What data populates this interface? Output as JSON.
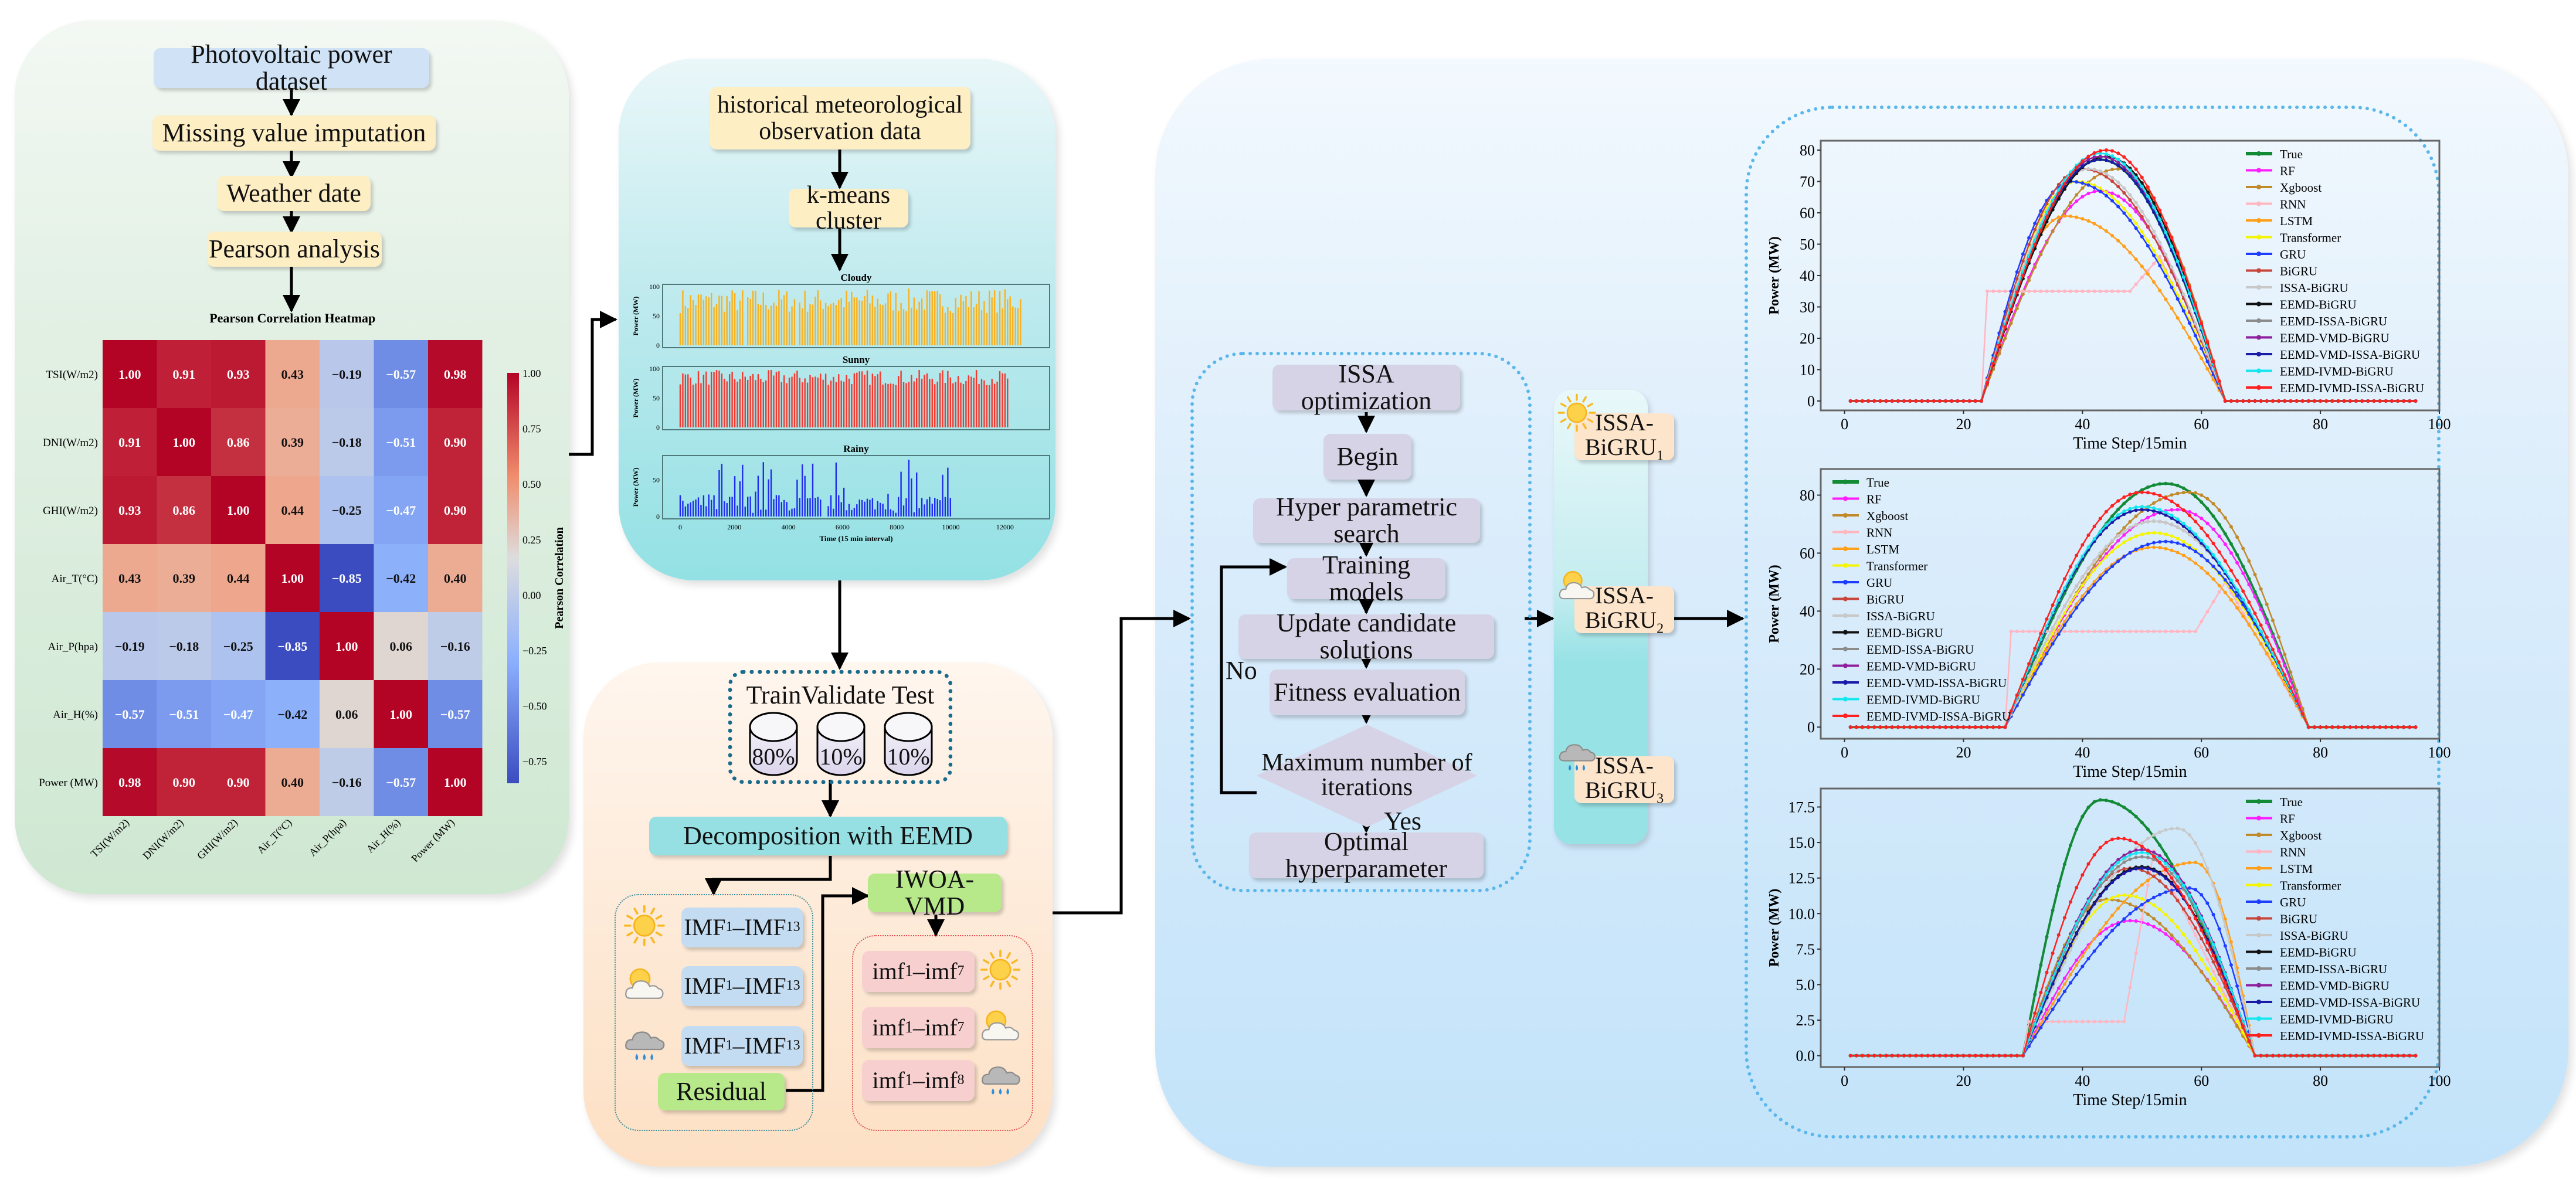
{
  "preprocessing": {
    "steps": [
      "Photovoltaic power dataset",
      "Missing value imputation",
      "Weather date",
      "Pearson analysis"
    ]
  },
  "weather": {
    "source_label": "historical meteorological observation data",
    "cluster_label": "k-means cluster"
  },
  "split": {
    "header": "TrainValidate Test",
    "train_pct": "80%",
    "validate_pct": "10%",
    "test_pct": "10%"
  },
  "decomposition": {
    "eemd_label": "Decomposition with EEMD",
    "imf_label_main": "IMF",
    "imf_sub_start": "1",
    "imf_sub_end": "13",
    "imf_dash": "–",
    "residual_label": "Residual",
    "iwoa_label": "IWOA-VMD",
    "vmd_items": [
      {
        "main": "imf",
        "start": "1",
        "end": "7",
        "weather": "sunny"
      },
      {
        "main": "imf",
        "start": "1",
        "end": "7",
        "weather": "partly-cloudy"
      },
      {
        "main": "imf",
        "start": "1",
        "end": "8",
        "weather": "rainy"
      }
    ],
    "eemd_weather": [
      "sunny",
      "partly-cloudy",
      "rainy"
    ]
  },
  "issa": {
    "steps": [
      "ISSA optimization",
      "Begin",
      "Hyper parametric search",
      "Training models",
      "Update candidate solutions",
      "Fitness evaluation"
    ],
    "decision": "Maximum number of iterations",
    "no_label": "No",
    "yes_label": "Yes",
    "final": "Optimal hyperparameter"
  },
  "models": [
    {
      "main": "ISSA-",
      "line2": "BiGRU",
      "sub": "1",
      "weather": "sunny"
    },
    {
      "main": "ISSA-",
      "line2": "BiGRU",
      "sub": "2",
      "weather": "partly-cloudy"
    },
    {
      "main": "ISSA-",
      "line2": "BiGRU",
      "sub": "3",
      "weather": "rainy"
    }
  ],
  "colors": {
    "heat_pos": "#b40426",
    "heat_neg": "#3b4cc0",
    "heat_mid": "#dddddd",
    "cloudy": "#f9b11f",
    "sunny": "#f3392f",
    "rainy": "#1f2bef"
  },
  "chart_data": [
    {
      "type": "heatmap",
      "title": "Pearson Correlation Heatmap",
      "row_labels": [
        "TSI(W/m2)",
        "DNI(W/m2)",
        "GHI(W/m2)",
        "Air_T(°C)",
        "Air_P(hpa)",
        "Air_H(%)",
        "Power (MW)"
      ],
      "col_labels": [
        "TSI(W/m2)",
        "DNI(W/m2)",
        "GHI(W/m2)",
        "Air_T(°C)",
        "Air_P(hpa)",
        "Air_H(%)",
        "Power (MW)"
      ],
      "values": [
        [
          1.0,
          0.91,
          0.93,
          0.43,
          -0.19,
          -0.57,
          0.98
        ],
        [
          0.91,
          1.0,
          0.86,
          0.39,
          -0.18,
          -0.51,
          0.9
        ],
        [
          0.93,
          0.86,
          1.0,
          0.44,
          -0.25,
          -0.47,
          0.9
        ],
        [
          0.43,
          0.39,
          0.44,
          1.0,
          -0.85,
          -0.42,
          0.4
        ],
        [
          -0.19,
          -0.18,
          -0.25,
          -0.85,
          1.0,
          0.06,
          -0.16
        ],
        [
          -0.57,
          -0.51,
          -0.47,
          -0.42,
          0.06,
          1.0,
          -0.57
        ],
        [
          0.98,
          0.9,
          0.9,
          0.4,
          -0.16,
          -0.57,
          1.0
        ]
      ],
      "colorbar_label": "Pearson Correlation",
      "colorbar_ticks": [
        "1.00",
        "0.75",
        "0.50",
        "0.25",
        "0.00",
        "−0.25",
        "−0.50",
        "−0.75"
      ],
      "vmin": -0.85,
      "vmax": 1.0
    },
    {
      "type": "bar",
      "title": "Cloudy",
      "ylabel": "Power (MW)",
      "ylim": [
        0,
        100
      ],
      "yticks": [
        "0",
        "50",
        "100"
      ],
      "x_extent": [
        0,
        12700
      ],
      "typical_peak_range": [
        55,
        97
      ],
      "series_color": "#f9b11f"
    },
    {
      "type": "bar",
      "title": "Sunny",
      "ylabel": "Power (MW)",
      "ylim": [
        0,
        100
      ],
      "yticks": [
        "0",
        "50",
        "100"
      ],
      "x_extent": [
        0,
        12200
      ],
      "typical_peak_range": [
        72,
        98
      ],
      "series_color": "#f3392f"
    },
    {
      "type": "bar",
      "title": "Rainy",
      "ylabel": "Power (MW)",
      "xlabel": "Time (15 min interval)",
      "ylim": [
        0,
        80
      ],
      "yticks": [
        "0",
        "50"
      ],
      "xticks": [
        "0",
        "2000",
        "4000",
        "6000",
        "8000",
        "10000",
        "12000"
      ],
      "x_extent": [
        0,
        10100
      ],
      "typical_peak_range": [
        5,
        78
      ],
      "series_color": "#1f2bef"
    },
    {
      "type": "line",
      "title": "Sunny day forecast",
      "xlabel": "Time Step/15min",
      "ylabel": "Power (MW)",
      "xlim": [
        -4,
        100
      ],
      "ylim": [
        -3,
        83
      ],
      "xticks": [
        "0",
        "20",
        "40",
        "60",
        "80",
        "100"
      ],
      "yticks": [
        "0",
        "10",
        "20",
        "30",
        "40",
        "50",
        "60",
        "70",
        "80"
      ],
      "legend_position": "top-right",
      "active_range": [
        23,
        64
      ],
      "series": [
        {
          "name": "True",
          "color": "#138a36",
          "peak": 77,
          "peak_x": 43
        },
        {
          "name": "RF",
          "color": "#ff1dff",
          "peak": 67,
          "peak_x": 43
        },
        {
          "name": "Xgboost",
          "color": "#c08a2a",
          "peak": 74,
          "peak_x": 46
        },
        {
          "name": "RNN",
          "color": "#ffb6c1",
          "plateau": 35,
          "peak": 46,
          "peak_x": 51
        },
        {
          "name": "LSTM",
          "color": "#ff9f1a",
          "peak": 59,
          "peak_x": 37
        },
        {
          "name": "Transformer",
          "color": "#f5f500",
          "peak": 70,
          "peak_x": 39
        },
        {
          "name": "GRU",
          "color": "#1f3dff",
          "peak": 70,
          "peak_x": 38
        },
        {
          "name": "BiGRU",
          "color": "#c8453c",
          "peak": 74,
          "peak_x": 40
        },
        {
          "name": "ISSA-BiGRU",
          "color": "#c8c8c8",
          "peak": 74,
          "peak_x": 41
        },
        {
          "name": "EEMD-BiGRU",
          "color": "#111111",
          "peak": 78,
          "peak_x": 44
        },
        {
          "name": "EEMD-ISSA-BiGRU",
          "color": "#8c8c8c",
          "peak": 78,
          "peak_x": 43
        },
        {
          "name": "EEMD-VMD-BiGRU",
          "color": "#8e1f9e",
          "peak": 78,
          "peak_x": 43
        },
        {
          "name": "EEMD-VMD-ISSA-BiGRU",
          "color": "#1a1aa8",
          "peak": 77,
          "peak_x": 43
        },
        {
          "name": "EEMD-IVMD-BiGRU",
          "color": "#14e6f0",
          "peak": 79,
          "peak_x": 43
        },
        {
          "name": "EEMD-IVMD-ISSA-BiGRU",
          "color": "#ff2020",
          "peak": 80,
          "peak_x": 44
        }
      ]
    },
    {
      "type": "line",
      "title": "Cloudy day forecast",
      "xlabel": "Time Step/15min",
      "ylabel": "Power (MW)",
      "xlim": [
        -4,
        100
      ],
      "ylim": [
        -4,
        89
      ],
      "xticks": [
        "0",
        "20",
        "40",
        "60",
        "80",
        "100"
      ],
      "yticks": [
        "0",
        "20",
        "40",
        "60",
        "80"
      ],
      "legend_position": "top-left",
      "active_range": [
        27,
        78
      ],
      "series": [
        {
          "name": "True",
          "color": "#138a36",
          "peak": 84,
          "peak_x": 54
        },
        {
          "name": "RF",
          "color": "#ff1dff",
          "peak": 75,
          "peak_x": 56
        },
        {
          "name": "Xgboost",
          "color": "#c08a2a",
          "peak": 81,
          "peak_x": 58
        },
        {
          "name": "RNN",
          "color": "#ffb6c1",
          "plateau": 33,
          "peak": 50,
          "peak_x": 62
        },
        {
          "name": "LSTM",
          "color": "#ff9f1a",
          "peak": 62,
          "peak_x": 52
        },
        {
          "name": "Transformer",
          "color": "#f5f500",
          "peak": 67,
          "peak_x": 52
        },
        {
          "name": "GRU",
          "color": "#1f3dff",
          "peak": 64,
          "peak_x": 54
        },
        {
          "name": "BiGRU",
          "color": "#c8453c",
          "peak": 71,
          "peak_x": 52
        },
        {
          "name": "ISSA-BiGRU",
          "color": "#c8c8c8",
          "peak": 71,
          "peak_x": 52
        },
        {
          "name": "EEMD-BiGRU",
          "color": "#111111",
          "peak": 75,
          "peak_x": 50
        },
        {
          "name": "EEMD-ISSA-BiGRU",
          "color": "#8c8c8c",
          "peak": 75,
          "peak_x": 50
        },
        {
          "name": "EEMD-VMD-BiGRU",
          "color": "#8e1f9e",
          "peak": 75,
          "peak_x": 50
        },
        {
          "name": "EEMD-VMD-ISSA-BiGRU",
          "color": "#1a1aa8",
          "peak": 75,
          "peak_x": 50
        },
        {
          "name": "EEMD-IVMD-BiGRU",
          "color": "#14e6f0",
          "peak": 76,
          "peak_x": 50
        },
        {
          "name": "EEMD-IVMD-ISSA-BiGRU",
          "color": "#ff2020",
          "peak": 81,
          "peak_x": 50
        }
      ]
    },
    {
      "type": "line",
      "title": "Rainy day forecast",
      "xlabel": "Time Step/15min",
      "ylabel": "Power (MW)",
      "xlim": [
        -4,
        100
      ],
      "ylim": [
        -0.8,
        18.8
      ],
      "xticks": [
        "0",
        "20",
        "40",
        "60",
        "80",
        "100"
      ],
      "yticks": [
        "0.0",
        "2.5",
        "5.0",
        "7.5",
        "10.0",
        "12.5",
        "15.0",
        "17.5"
      ],
      "legend_position": "top-right",
      "active_range": [
        30,
        69
      ],
      "series": [
        {
          "name": "True",
          "color": "#138a36",
          "peak": 18,
          "peak_x": 43
        },
        {
          "name": "RF",
          "color": "#ff1dff",
          "peak": 9.5,
          "peak_x": 48
        },
        {
          "name": "Xgboost",
          "color": "#c08a2a",
          "peak": 11,
          "peak_x": 44
        },
        {
          "name": "RNN",
          "color": "#ffb6c1",
          "plateau": 2.4,
          "peak": 14.4,
          "peak_x": 50
        },
        {
          "name": "LSTM",
          "color": "#ff9f1a",
          "peak": 13.6,
          "peak_x": 59
        },
        {
          "name": "Transformer",
          "color": "#f5f500",
          "peak": 11.3,
          "peak_x": 47
        },
        {
          "name": "GRU",
          "color": "#1f3dff",
          "peak": 11.8,
          "peak_x": 58
        },
        {
          "name": "BiGRU",
          "color": "#c8453c",
          "peak": 13.2,
          "peak_x": 48
        },
        {
          "name": "ISSA-BiGRU",
          "color": "#c8c8c8",
          "peak": 16,
          "peak_x": 56
        },
        {
          "name": "EEMD-BiGRU",
          "color": "#111111",
          "peak": 13.3,
          "peak_x": 50
        },
        {
          "name": "EEMD-ISSA-BiGRU",
          "color": "#8c8c8c",
          "peak": 14,
          "peak_x": 50
        },
        {
          "name": "EEMD-VMD-BiGRU",
          "color": "#8e1f9e",
          "peak": 14.5,
          "peak_x": 50
        },
        {
          "name": "EEMD-VMD-ISSA-BiGRU",
          "color": "#1a1aa8",
          "peak": 13.2,
          "peak_x": 50
        },
        {
          "name": "EEMD-IVMD-BiGRU",
          "color": "#14e6f0",
          "peak": 14.3,
          "peak_x": 50
        },
        {
          "name": "EEMD-IVMD-ISSA-BiGRU",
          "color": "#ff2020",
          "peak": 15.3,
          "peak_x": 46
        }
      ]
    }
  ]
}
